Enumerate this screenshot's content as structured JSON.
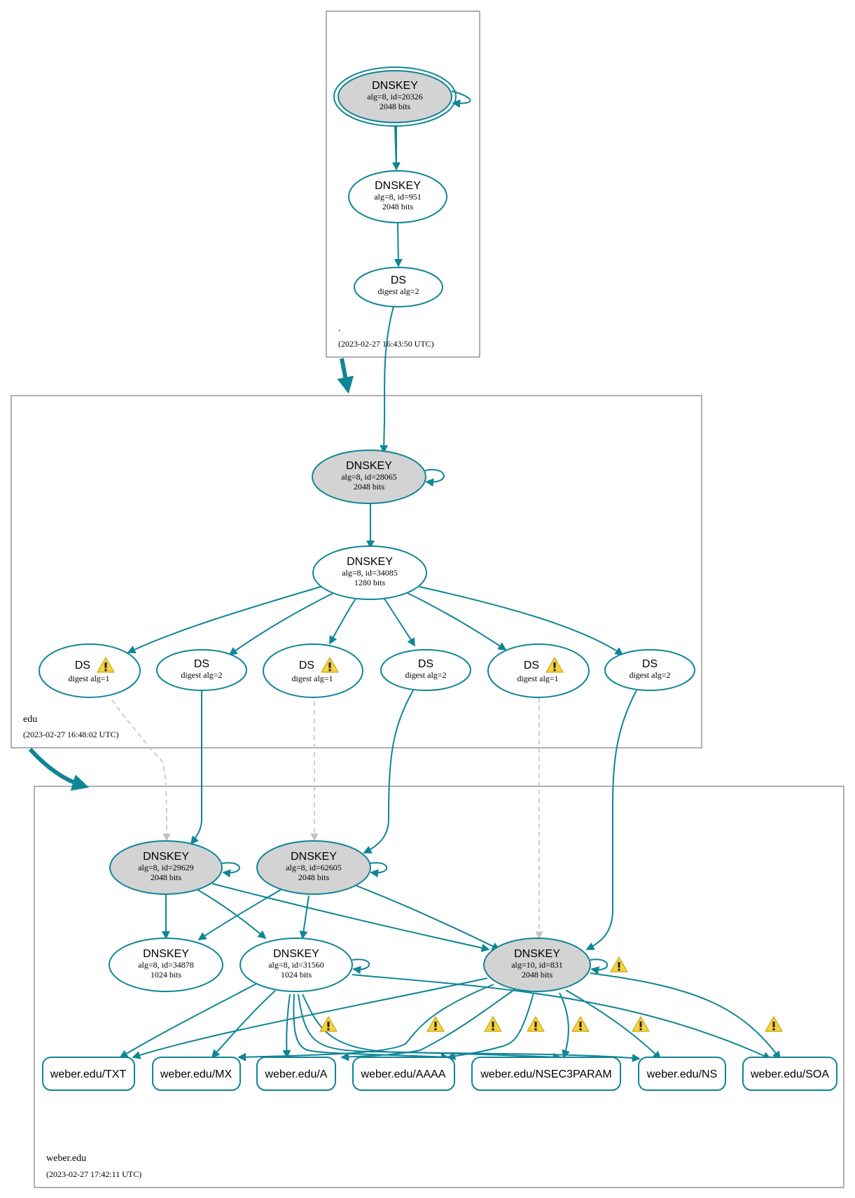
{
  "colors": {
    "edge": "#0f8596",
    "insecure_edge": "#c2c2c2",
    "ksk_fill": "#d3d3d3",
    "warning": "#f5d33b",
    "zone_border": "#6f6f6f"
  },
  "zones": {
    "root": {
      "name": ".",
      "time": "(2023-02-27 16:43:50 UTC)"
    },
    "edu": {
      "name": "edu",
      "time": "(2023-02-27 16:48:02 UTC)"
    },
    "weber": {
      "name": "weber.edu",
      "time": "(2023-02-27 17:42:11 UTC)"
    }
  },
  "nodes": {
    "root_ksk": {
      "type": "DNSKEY",
      "line1": "alg=8, id=20326",
      "line2": "2048 bits"
    },
    "root_zsk": {
      "type": "DNSKEY",
      "line1": "alg=8, id=951",
      "line2": "2048 bits"
    },
    "root_ds": {
      "type": "DS",
      "line1": "digest alg=2"
    },
    "edu_ksk": {
      "type": "DNSKEY",
      "line1": "alg=8, id=28065",
      "line2": "2048 bits"
    },
    "edu_zsk": {
      "type": "DNSKEY",
      "line1": "alg=8, id=34085",
      "line2": "1280 bits"
    },
    "edu_ds1": {
      "type": "DS",
      "line1": "digest alg=1"
    },
    "edu_ds2": {
      "type": "DS",
      "line1": "digest alg=2"
    },
    "edu_ds3": {
      "type": "DS",
      "line1": "digest alg=1"
    },
    "edu_ds4": {
      "type": "DS",
      "line1": "digest alg=2"
    },
    "edu_ds5": {
      "type": "DS",
      "line1": "digest alg=1"
    },
    "edu_ds6": {
      "type": "DS",
      "line1": "digest alg=2"
    },
    "w_ksk1": {
      "type": "DNSKEY",
      "line1": "alg=8, id=29629",
      "line2": "2048 bits"
    },
    "w_ksk2": {
      "type": "DNSKEY",
      "line1": "alg=8, id=62605",
      "line2": "2048 bits"
    },
    "w_zsk1": {
      "type": "DNSKEY",
      "line1": "alg=8, id=34878",
      "line2": "1024 bits"
    },
    "w_zsk2": {
      "type": "DNSKEY",
      "line1": "alg=8, id=31560",
      "line2": "1024 bits"
    },
    "w_key10": {
      "type": "DNSKEY",
      "line1": "alg=10, id=831",
      "line2": "2048 bits"
    }
  },
  "rrsets": [
    "weber.edu/TXT",
    "weber.edu/MX",
    "weber.edu/A",
    "weber.edu/AAAA",
    "weber.edu/NSEC3PARAM",
    "weber.edu/NS",
    "weber.edu/SOA"
  ]
}
